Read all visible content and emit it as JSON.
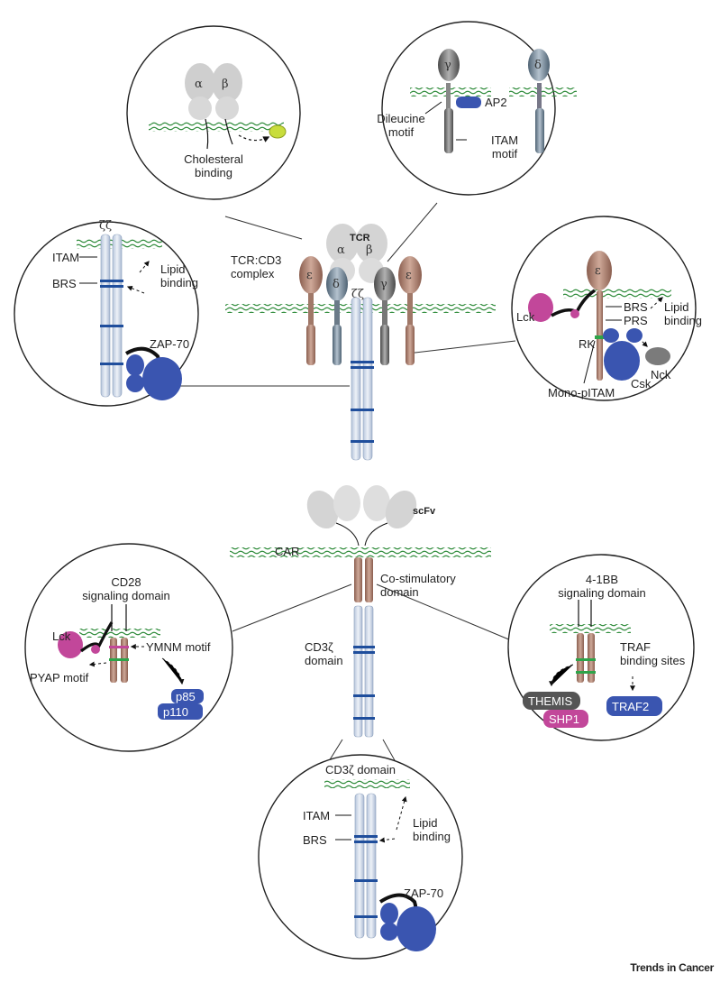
{
  "brand": "Trends in Cancer",
  "top_section": {
    "center_label": "TCR:CD3\ncomplex",
    "center_tcr": "TCR",
    "chains": {
      "alpha": "α",
      "beta": "β",
      "gamma": "γ",
      "delta": "δ",
      "epsilon": "ε",
      "zeta": "ζ",
      "zeta_pair": "ζζ"
    },
    "cholesterol_panel": {
      "label": "Cholesteral\nbinding"
    },
    "cd3_gamma_delta_panel": {
      "ap2": "AP2",
      "dileucine": "Dileucine\nmotif",
      "itam": "ITAM\nmotif"
    },
    "zeta_panel": {
      "itam": "ITAM",
      "brs": "BRS",
      "lipid": "Lipid\nbinding",
      "zap70": "ZAP-70"
    },
    "epsilon_panel": {
      "lck": "Lck",
      "brs": "BRS",
      "prs": "PRS",
      "lipid": "Lipid\nbinding",
      "rk": "RK",
      "csk": "Csk",
      "nck": "Nck",
      "mono_pitam": "Mono-pITAM"
    }
  },
  "bottom_section": {
    "car": "CAR",
    "scfv": "scFv",
    "costim": "Co-stimulatory\ndomain",
    "cd3z_domain": "CD3ζ\ndomain",
    "cd28_panel": {
      "title": "CD28\nsignaling domain",
      "lck": "Lck",
      "ymnm": "YMNM motif",
      "pyap": "PYAP motif",
      "p85": "p85",
      "p110": "p110"
    },
    "bb_panel": {
      "title": "4-1BB\nsignaling domain",
      "traf_sites": "TRAF\nbinding sites",
      "themis": "THEMIS",
      "shp1": "SHP1",
      "traf2": "TRAF2"
    },
    "cd3z_panel": {
      "title": "CD3ζ domain",
      "itam": "ITAM",
      "brs": "BRS",
      "lipid": "Lipid\nbinding",
      "zap70": "ZAP-70"
    }
  },
  "colors": {
    "membrane": "#2e8b3a",
    "itam": "#1f4e9c",
    "lck": "#c2479a",
    "zap70": "#3a55b0",
    "epsilon": "#9b7060",
    "zeta": "#c9d6e8"
  }
}
